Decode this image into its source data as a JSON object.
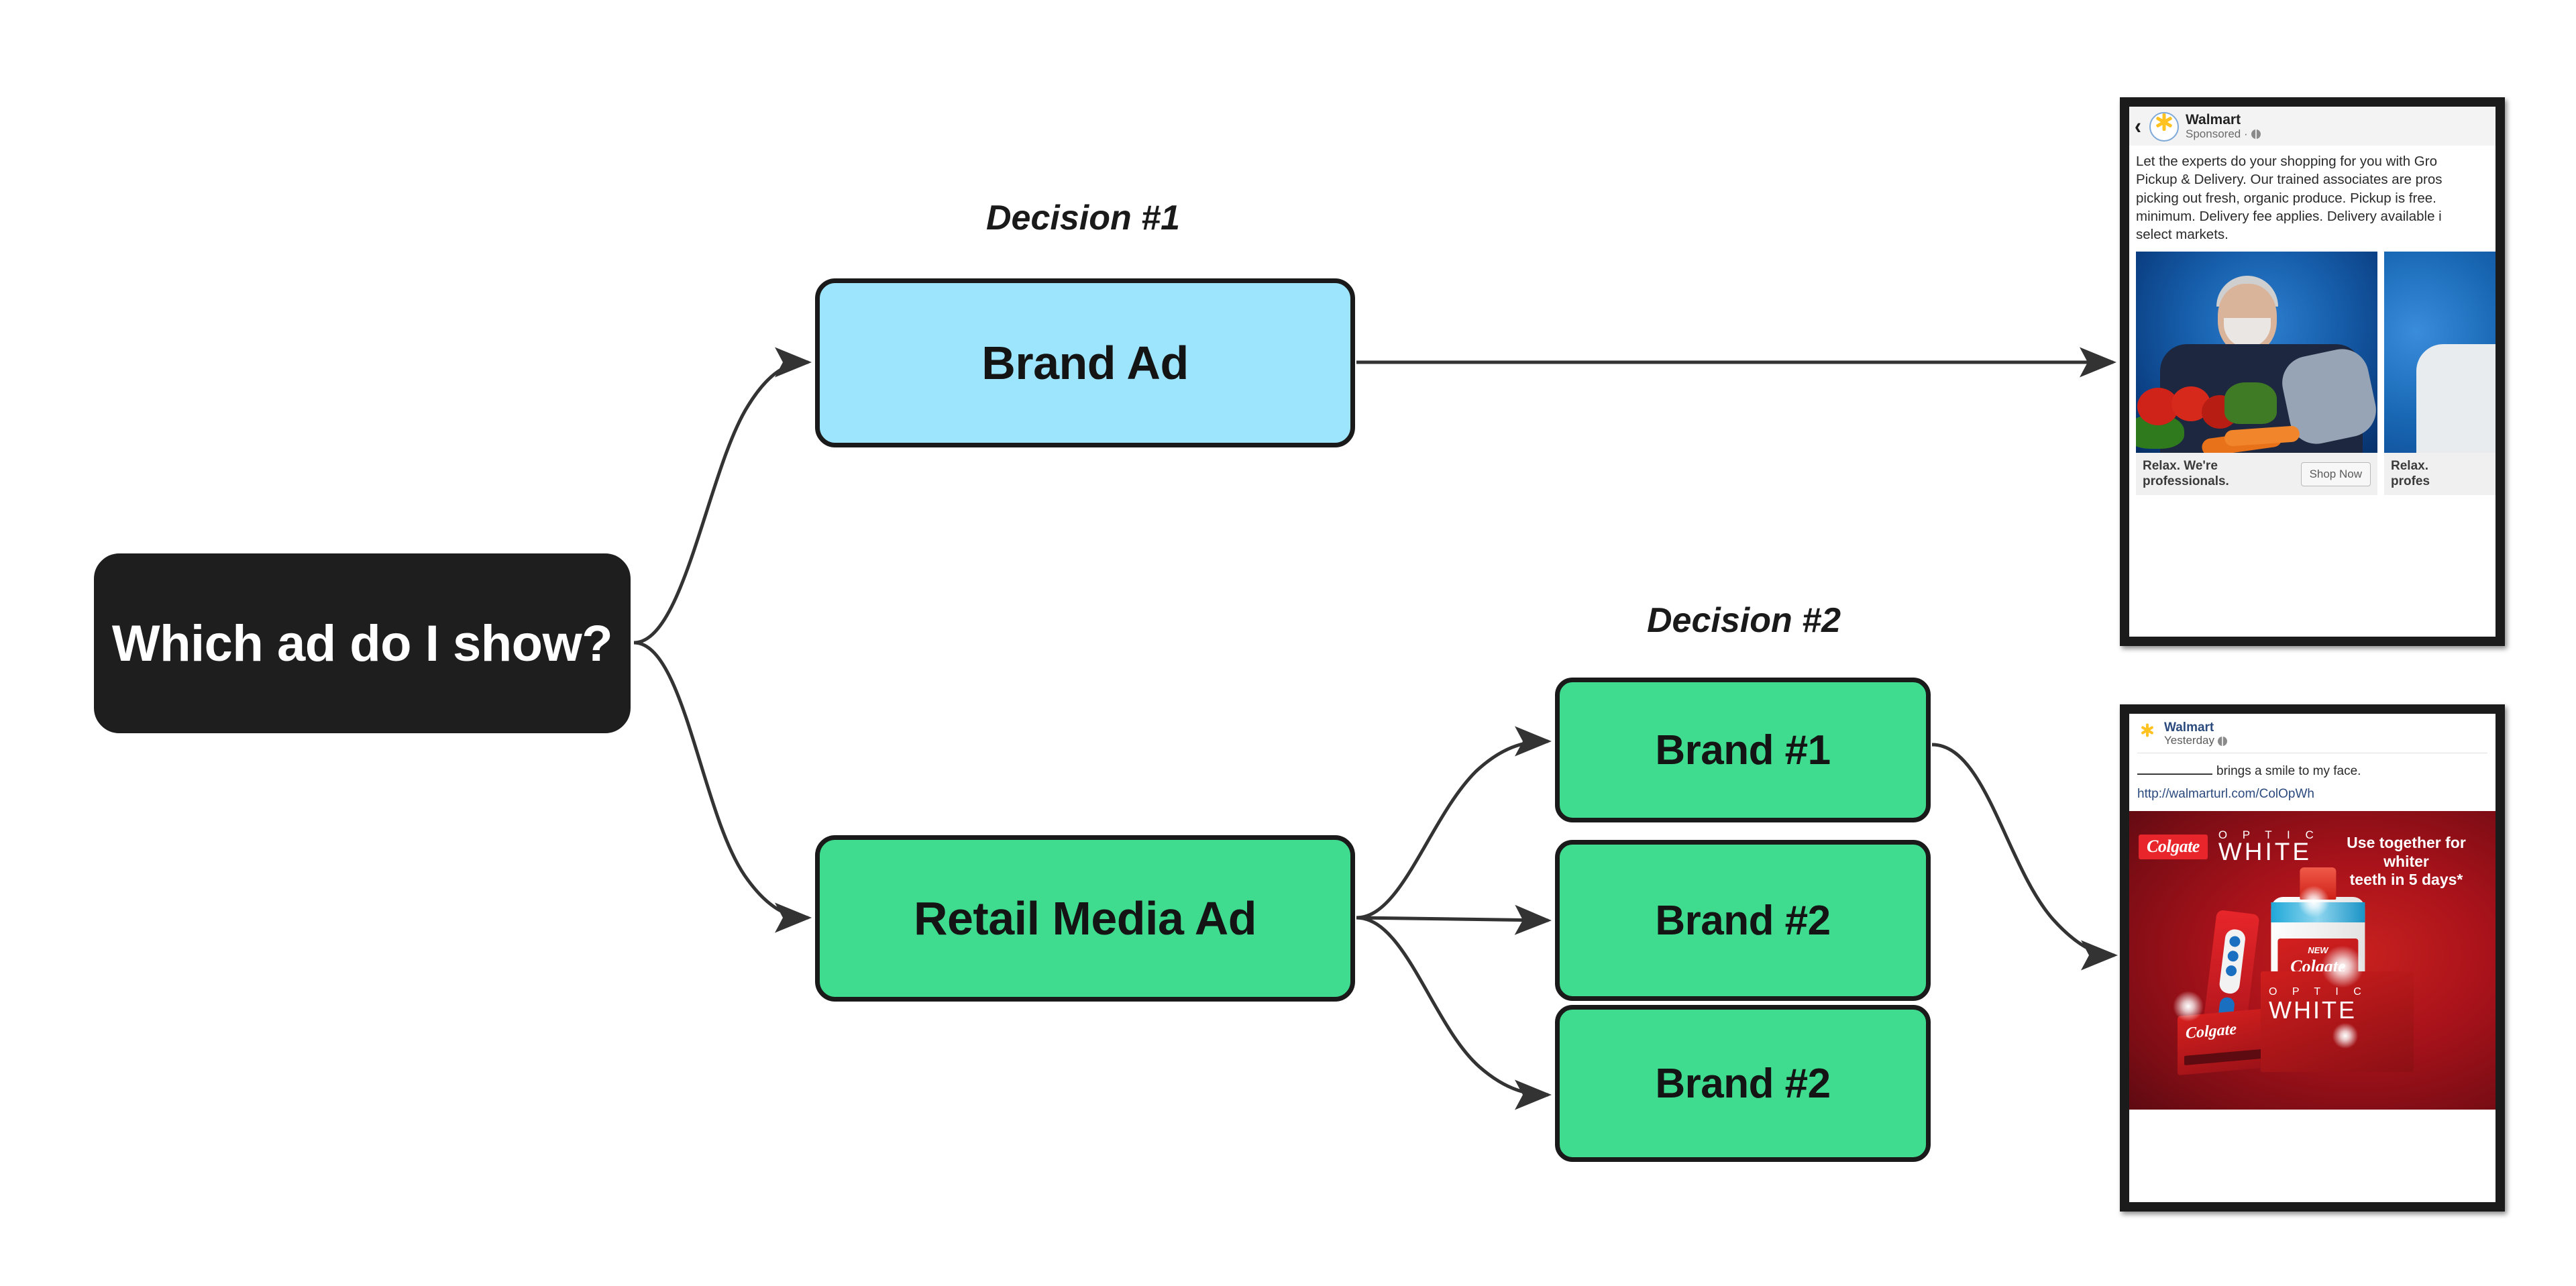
{
  "diagram": {
    "nodes": {
      "root": {
        "label": "Which ad do I show?",
        "color": "#1e1e1e"
      },
      "brand_ad": {
        "label": "Brand Ad",
        "color": "#9de4fd"
      },
      "retail_media_ad": {
        "label": "Retail Media Ad",
        "color": "#3fdc90"
      },
      "brand_1": {
        "label": "Brand #1",
        "color": "#3fdc90"
      },
      "brand_2a": {
        "label": "Brand #2",
        "color": "#3fdc90"
      },
      "brand_2b": {
        "label": "Brand #2",
        "color": "#3fdc90"
      }
    },
    "labels": {
      "decision_1": "Decision #1",
      "decision_2": "Decision #2"
    }
  },
  "walmart_ad": {
    "back_icon": "chevron-left-icon",
    "page_name": "Walmart",
    "sponsored": "Sponsored ·",
    "privacy_icon": "globe-icon",
    "body": [
      "Let the experts do your shopping for you with Gro",
      "Pickup & Delivery. Our trained associates are pros",
      "picking out fresh, organic produce. Pickup is free.",
      "minimum. Delivery fee applies. Delivery available i",
      "select markets."
    ],
    "cards": [
      {
        "caption_line1": "Relax. We're",
        "caption_line2": "professionals.",
        "cta": "Shop Now"
      },
      {
        "caption_line1": "Relax.",
        "caption_line2": "profes",
        "cta": ""
      }
    ]
  },
  "colgate_ad": {
    "page_name": "Walmart",
    "timestamp": "Yesterday",
    "privacy_icon": "globe-icon",
    "copy_blank": "",
    "copy_text": "brings a smile to my face.",
    "link": "http://walmarturl.com/ColOpWh",
    "creative": {
      "brand": "Colgate",
      "line_optic": "O P T I C",
      "line_white": "WHITE",
      "tm": "™",
      "claim_line1": "Use together for whiter",
      "claim_line2": "teeth in 5 days*",
      "bottle_new": "NEW",
      "bottle_brand": "Colgate",
      "bottle_optic": "O P T I C",
      "bottle_white": "WHITE",
      "box_optic": "O P T I C",
      "box_white": "WHITE",
      "carton_brand": "Colgate"
    }
  }
}
